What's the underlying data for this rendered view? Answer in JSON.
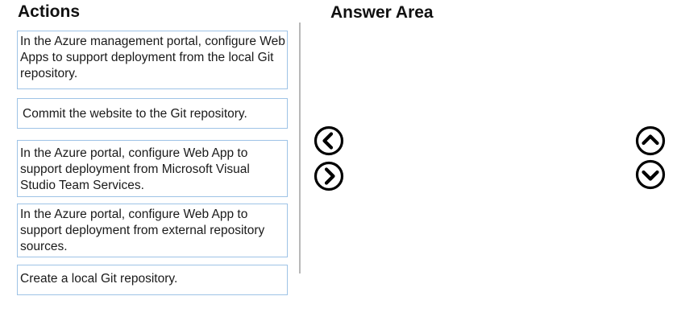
{
  "headings": {
    "actions": "Actions",
    "answer_area": "Answer Area"
  },
  "actions": [
    {
      "text": "In the Azure management portal, configure Web Apps to support deployment from the local Git repository."
    },
    {
      "text": "Commit the website to the Git repository."
    },
    {
      "text": "In the Azure portal, configure Web App to support deployment from Microsoft Visual Studio Team Services."
    },
    {
      "text": "In the Azure portal, configure Web App to support deployment from external repository sources."
    },
    {
      "text": "Create a local Git repository."
    }
  ],
  "answer_area": {
    "items": []
  },
  "controls": {
    "move_left_icon": "chevron-left-circle-icon",
    "move_right_icon": "chevron-right-circle-icon",
    "move_up_icon": "chevron-up-circle-icon",
    "move_down_icon": "chevron-down-circle-icon"
  },
  "colors": {
    "card_border": "#9ec3e6",
    "divider": "#b8b8b8",
    "icon": "#000000"
  }
}
